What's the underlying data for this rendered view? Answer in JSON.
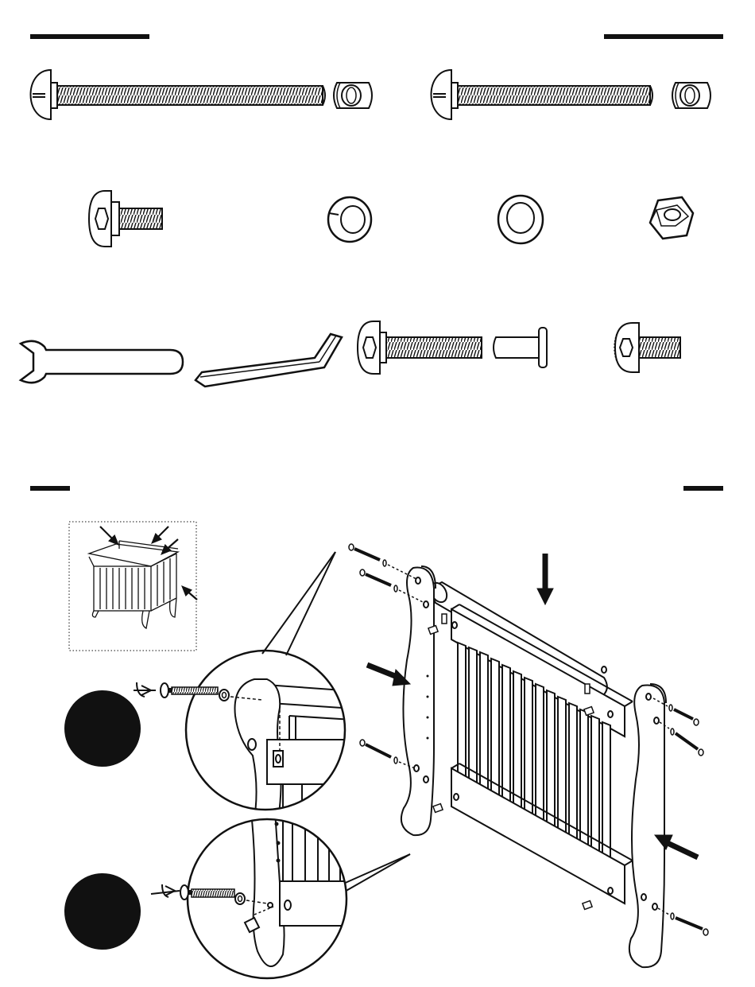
{
  "page": {
    "background": "#ffffff",
    "ink": "#111111",
    "steps": [
      {
        "id": "step-1",
        "label": ""
      },
      {
        "id": "step-2",
        "label": ""
      }
    ]
  },
  "parts": [
    {
      "id": "long-bolt-left",
      "icon": "long-bolt-with-barrel-nut-icon",
      "label": ""
    },
    {
      "id": "long-bolt-right",
      "icon": "long-bolt-with-barrel-nut-icon",
      "label": ""
    },
    {
      "id": "short-hex-bolt",
      "icon": "hex-bolt-icon",
      "label": ""
    },
    {
      "id": "lock-washer",
      "icon": "lock-washer-icon",
      "label": ""
    },
    {
      "id": "flat-washer",
      "icon": "flat-washer-icon",
      "label": ""
    },
    {
      "id": "hex-nut",
      "icon": "hex-nut-icon",
      "label": ""
    },
    {
      "id": "wrench",
      "icon": "wrench-icon",
      "label": ""
    },
    {
      "id": "allen-key",
      "icon": "allen-key-icon",
      "label": ""
    },
    {
      "id": "medium-hex-bolt",
      "icon": "hex-bolt-icon",
      "label": ""
    },
    {
      "id": "sleeve",
      "icon": "sleeve-nut-icon",
      "label": ""
    },
    {
      "id": "flange-bolt",
      "icon": "flange-bolt-icon",
      "label": ""
    }
  ]
}
